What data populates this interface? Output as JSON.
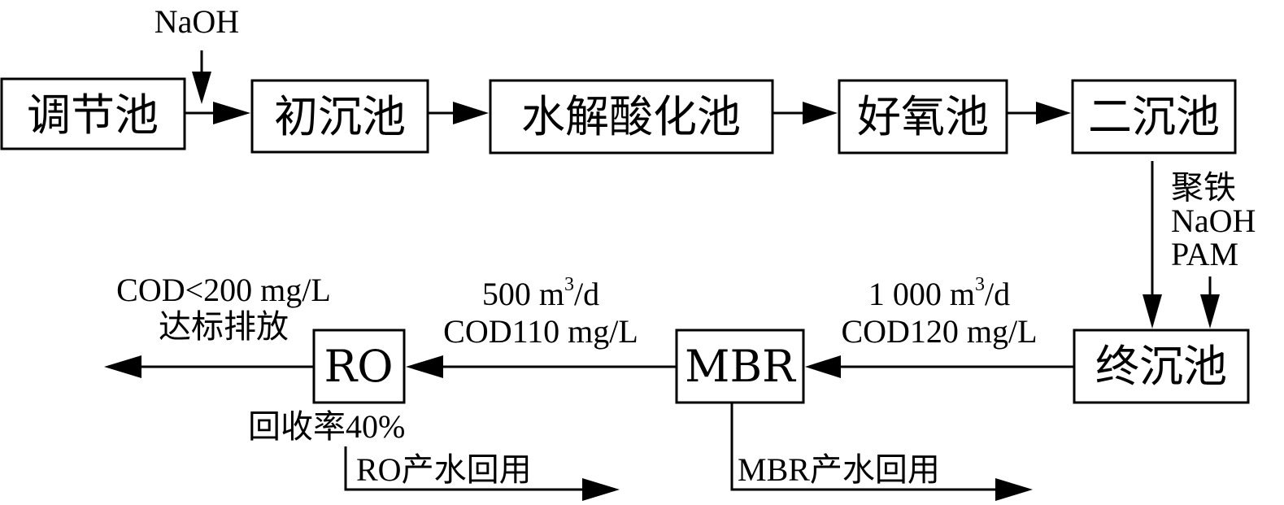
{
  "nodes": {
    "tiaojie": "调节池",
    "chuchen": "初沉池",
    "shuijie": "水解酸化池",
    "haoyang": "好氧池",
    "erchen": "二沉池",
    "zhongchen": "终沉池",
    "mbr": "MBR",
    "ro": "RO"
  },
  "dosing": {
    "naoh_top": "NaOH",
    "right_chem": [
      "聚铁",
      "NaOH",
      "PAM"
    ]
  },
  "flows": {
    "to_mbr": {
      "flow": "1 000 m",
      "sup": "3",
      "unit": "/d",
      "cod": "COD120 mg/L"
    },
    "to_ro": {
      "flow": "500 m",
      "sup": "3",
      "unit": "/d",
      "cod": "COD110 mg/L"
    },
    "discharge": {
      "cod": "COD<200 mg/L",
      "label": "达标排放"
    },
    "recovery": "回收率40%",
    "ro_reuse": "RO产水回用",
    "mbr_reuse": "MBR产水回用"
  }
}
